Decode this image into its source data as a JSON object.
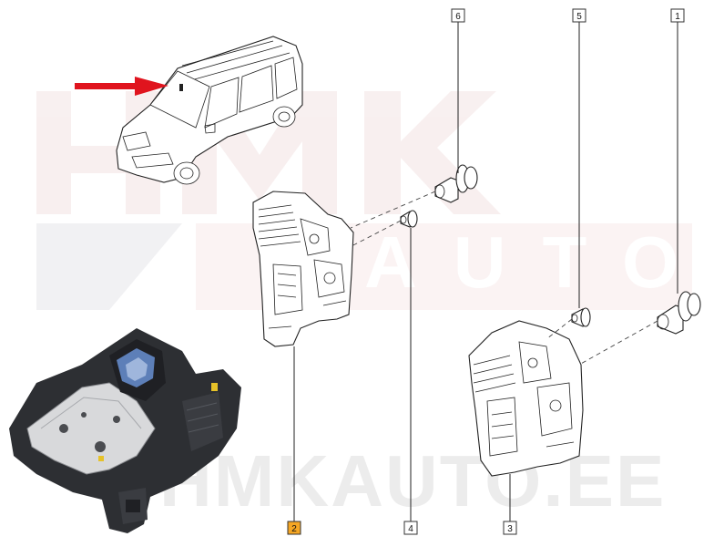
{
  "watermark": {
    "logo_text": "HMK",
    "sub_text": "AUTO",
    "site_text": "HMKAUTO.EE"
  },
  "callouts": [
    {
      "id": "1",
      "label": "1",
      "highlighted": false
    },
    {
      "id": "2",
      "label": "2",
      "highlighted": true
    },
    {
      "id": "3",
      "label": "3",
      "highlighted": false
    },
    {
      "id": "4",
      "label": "4",
      "highlighted": false
    },
    {
      "id": "5",
      "label": "5",
      "highlighted": false
    },
    {
      "id": "6",
      "label": "6",
      "highlighted": false
    }
  ],
  "colors": {
    "arrow": "#e0141e",
    "highlight": "#f5a623",
    "watermark": "#f0dede"
  },
  "icons": {
    "vehicle": "van-outline-icon",
    "pointer": "red-arrow-icon",
    "photo": "door-lock-actuator-photo"
  }
}
